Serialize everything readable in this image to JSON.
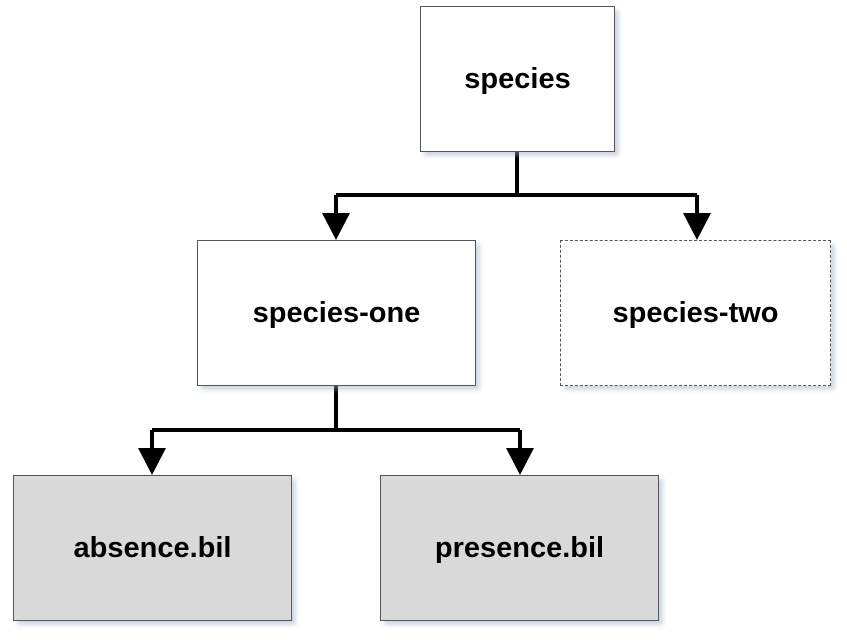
{
  "diagram": {
    "root": {
      "label": "species"
    },
    "child_one": {
      "label": "species-one"
    },
    "child_two": {
      "label": "species-two"
    },
    "file_absence": {
      "label": "absence.bil"
    },
    "file_presence": {
      "label": "presence.bil"
    }
  },
  "colors": {
    "connector": "#000000",
    "folder_fill": "#ffffff",
    "file_fill": "#d9d9d9",
    "border": "#555555"
  }
}
